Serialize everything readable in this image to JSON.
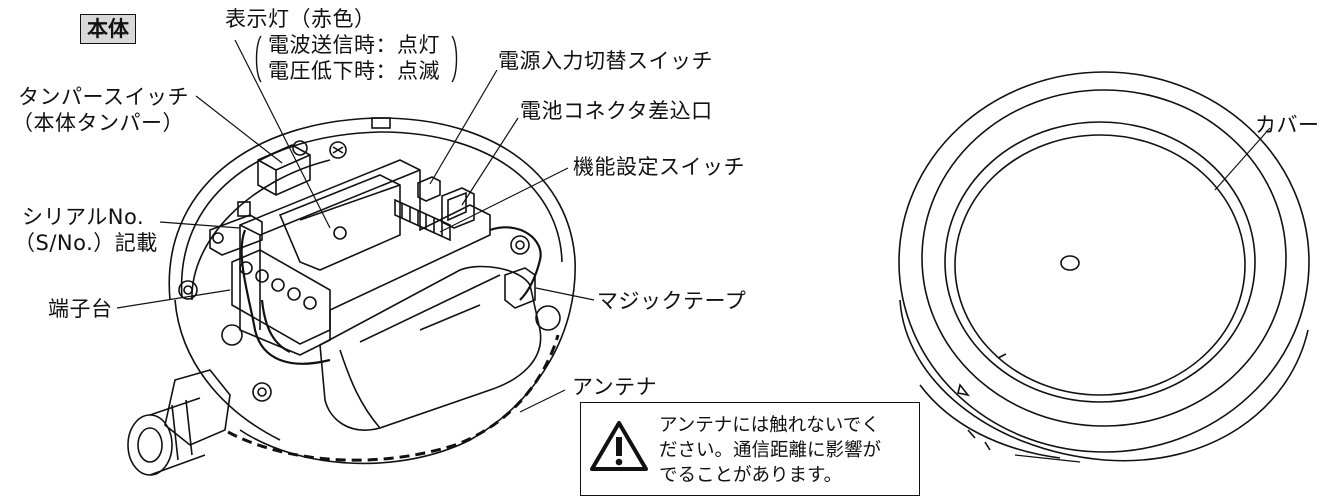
{
  "main_unit": {
    "title": "本体",
    "labels": {
      "indicator": "表示灯（赤色）",
      "indicator_note_1": "電波送信時：点灯",
      "indicator_note_2": "電圧低下時：点滅",
      "tamper_1": "タンパースイッチ",
      "tamper_2": "（本体タンパー）",
      "power_switch": "電源入力切替スイッチ",
      "battery_connector": "電池コネクタ差込口",
      "function_switch": "機能設定スイッチ",
      "serial_1": "シリアルNo.",
      "serial_2": "（S/No.）記載",
      "terminal": "端子台",
      "velcro": "マジックテープ",
      "antenna": "アンテナ"
    }
  },
  "cover": {
    "label": "カバー"
  },
  "warning": {
    "icon": "warning-triangle-icon",
    "line_1": "アンテナには触れないでく",
    "line_2": "ださい。通信距離に影響が",
    "line_3": "でることがあります。"
  }
}
